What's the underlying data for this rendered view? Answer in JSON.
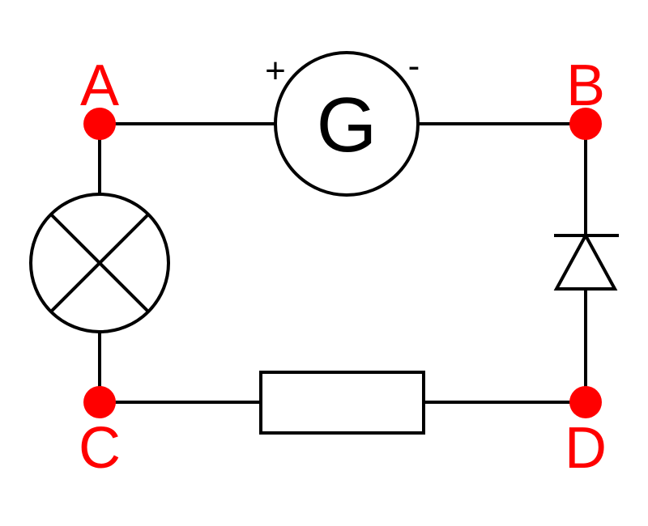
{
  "colors": {
    "node": "#ff0000",
    "label": "#ff0000",
    "wire": "#000000"
  },
  "nodes": {
    "a": {
      "label": "A"
    },
    "b": {
      "label": "B"
    },
    "c": {
      "label": "C"
    },
    "d": {
      "label": "D"
    }
  },
  "galvanometer": {
    "symbol": "G",
    "plus": "+",
    "minus": "-"
  },
  "components": {
    "lamp": "lamp-icon",
    "diode": "diode-icon",
    "resistor": "resistor-icon"
  }
}
